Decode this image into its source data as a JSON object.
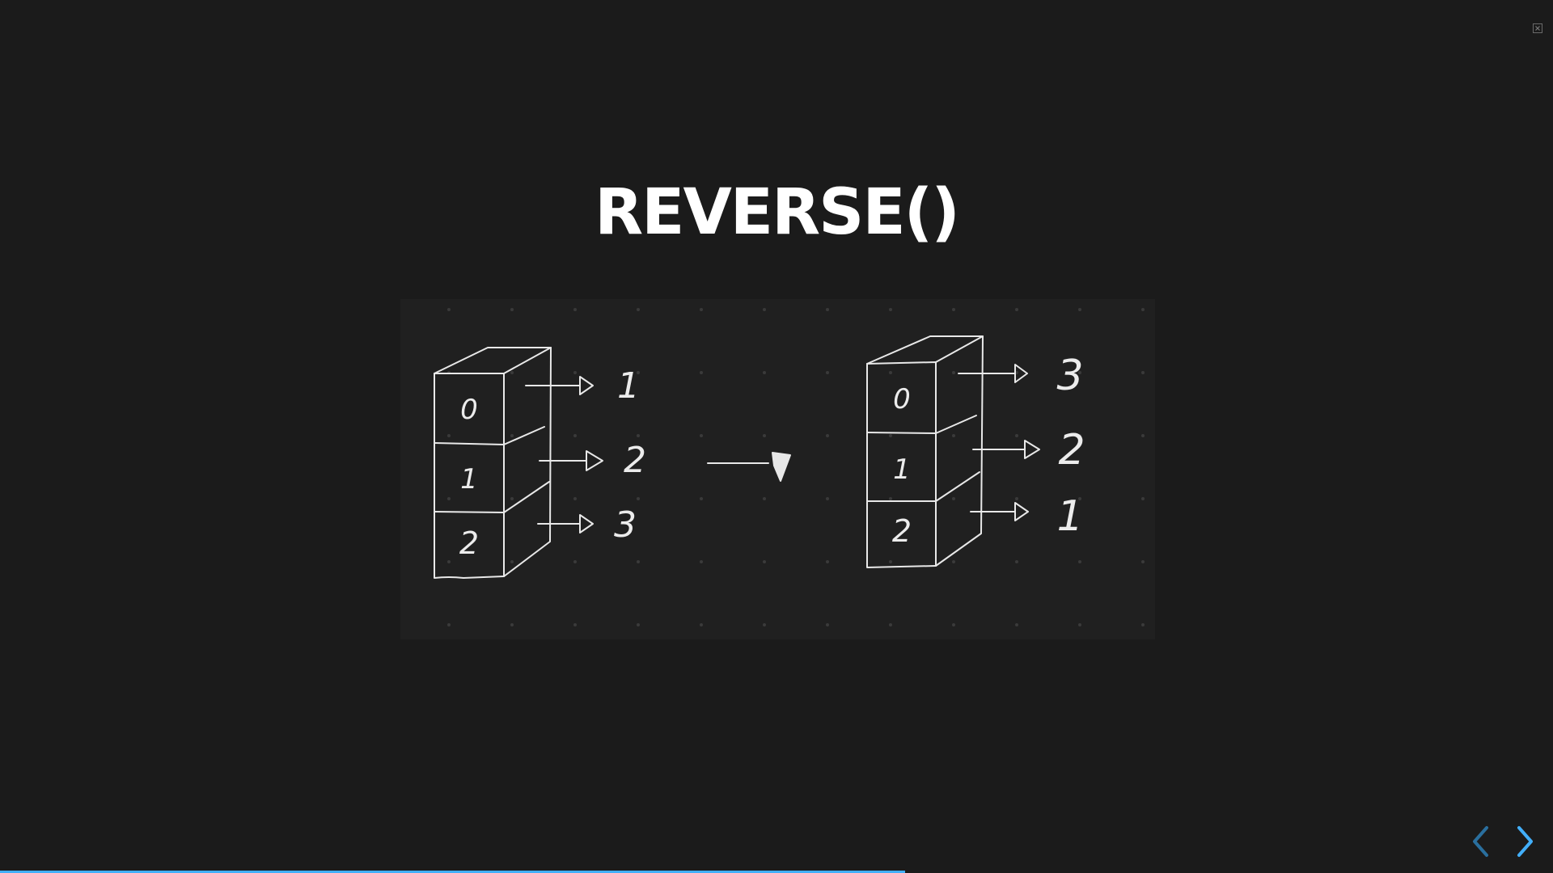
{
  "slide": {
    "title": "REVERSE()"
  },
  "diagram": {
    "before": {
      "indices": [
        "0",
        "1",
        "2"
      ],
      "values": [
        "1",
        "2",
        "3"
      ]
    },
    "after": {
      "indices": [
        "0",
        "1",
        "2"
      ],
      "values": [
        "3",
        "2",
        "1"
      ]
    }
  },
  "controls": {
    "close_icon": "close-icon",
    "prev_icon": "chevron-left-icon",
    "next_icon": "chevron-right-icon"
  },
  "progress": {
    "fraction": 0.583
  },
  "colors": {
    "background": "#1b1b1b",
    "board": "#202020",
    "title": "#ffffff",
    "stroke": "#e8e8e8",
    "accent": "#42affa",
    "accent_dim": "#2a6f9e"
  }
}
